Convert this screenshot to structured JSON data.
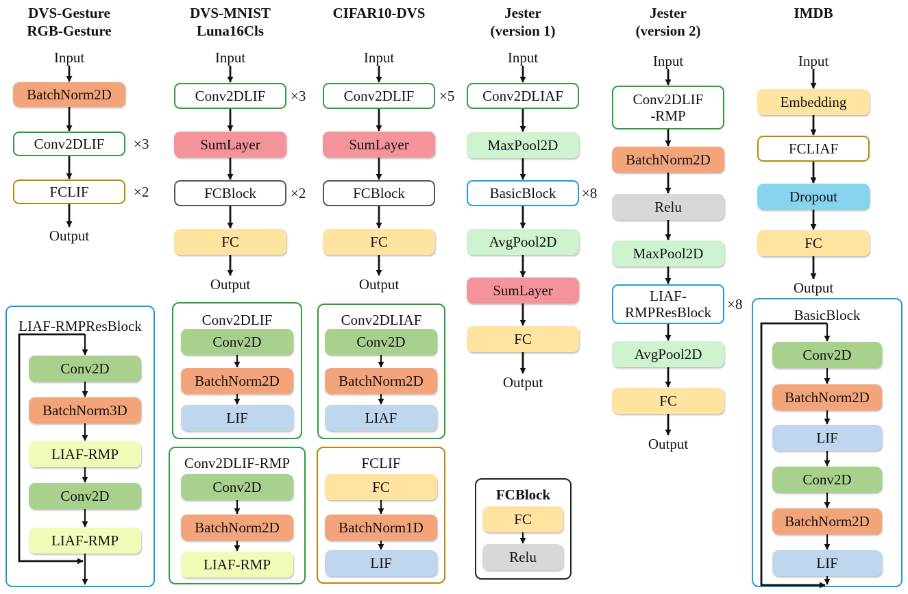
{
  "columns": [
    {
      "id": "c1",
      "title": "DVS-Gesture\nRGB-Gesture",
      "input": "Input",
      "output": "Output",
      "nodes": [
        {
          "label": "BatchNorm2D",
          "color": "salmon"
        },
        {
          "label": "Conv2DLIF",
          "color": "green-outline",
          "repeat": "×3"
        },
        {
          "label": "FCLIF",
          "color": "gold-outline",
          "repeat": "×2"
        }
      ]
    },
    {
      "id": "c2",
      "title": "DVS-MNIST\nLuna16Cls",
      "input": "Input",
      "output": "Output",
      "nodes": [
        {
          "label": "Conv2DLIF",
          "color": "green-outline",
          "repeat": "×3"
        },
        {
          "label": "SumLayer",
          "color": "red"
        },
        {
          "label": "FCBlock",
          "color": "gray-outline",
          "repeat": "×2"
        },
        {
          "label": "FC",
          "color": "yellow"
        }
      ]
    },
    {
      "id": "c3",
      "title": "CIFAR10-DVS",
      "input": "Input",
      "output": "Output",
      "nodes": [
        {
          "label": "Conv2DLIF",
          "color": "green-outline",
          "repeat": "×5"
        },
        {
          "label": "SumLayer",
          "color": "red"
        },
        {
          "label": "FCBlock",
          "color": "gray-outline"
        },
        {
          "label": "FC",
          "color": "yellow"
        }
      ]
    },
    {
      "id": "c4",
      "title": "Jester\n(version 1)",
      "input": "Input",
      "output": "Output",
      "nodes": [
        {
          "label": "Conv2DLIAF",
          "color": "green-outline"
        },
        {
          "label": "MaxPool2D",
          "color": "lightgreen"
        },
        {
          "label": "BasicBlock",
          "color": "blue-outline",
          "repeat": "×8"
        },
        {
          "label": "AvgPool2D",
          "color": "lightgreen"
        },
        {
          "label": "SumLayer",
          "color": "red"
        },
        {
          "label": "FC",
          "color": "yellow"
        }
      ]
    },
    {
      "id": "c5",
      "title": "Jester\n(version 2)",
      "input": "Input",
      "output": "Output",
      "nodes": [
        {
          "label": "Conv2DLIF\n-RMP",
          "color": "green-outline"
        },
        {
          "label": "BatchNorm2D",
          "color": "salmon"
        },
        {
          "label": "Relu",
          "color": "gray"
        },
        {
          "label": "MaxPool2D",
          "color": "lightgreen"
        },
        {
          "label": "LIAF-\nRMPResBlock",
          "color": "blue-outline",
          "repeat": "×8"
        },
        {
          "label": "AvgPool2D",
          "color": "lightgreen"
        },
        {
          "label": "FC",
          "color": "yellow"
        }
      ]
    },
    {
      "id": "c6",
      "title": "IMDB",
      "input": "Input",
      "output": "Output",
      "nodes": [
        {
          "label": "Embedding",
          "color": "yellow"
        },
        {
          "label": "FCLIAF",
          "color": "gold-outline"
        },
        {
          "label": "Dropout",
          "color": "cyan"
        },
        {
          "label": "FC",
          "color": "yellow"
        }
      ]
    }
  ],
  "panels": [
    {
      "id": "p1",
      "title": "LIAF-RMPResBlock",
      "border": "blue",
      "nodes": [
        {
          "label": "Conv2D",
          "color": "green"
        },
        {
          "label": "BatchNorm3D",
          "color": "salmon"
        },
        {
          "label": "LIAF-RMP",
          "color": "lime"
        },
        {
          "label": "Conv2D",
          "color": "green"
        },
        {
          "label": "LIAF-RMP",
          "color": "lime"
        }
      ]
    },
    {
      "id": "p2",
      "title": "Conv2DLIF",
      "border": "green",
      "nodes": [
        {
          "label": "Conv2D",
          "color": "green"
        },
        {
          "label": "BatchNorm2D",
          "color": "salmon"
        },
        {
          "label": "LIF",
          "color": "lightblue"
        }
      ]
    },
    {
      "id": "p3",
      "title": "Conv2DLIF-RMP",
      "border": "green",
      "nodes": [
        {
          "label": "Conv2D",
          "color": "green"
        },
        {
          "label": "BatchNorm2D",
          "color": "salmon"
        },
        {
          "label": "LIAF-RMP",
          "color": "lime"
        }
      ]
    },
    {
      "id": "p4",
      "title": "Conv2DLIAF",
      "border": "green",
      "nodes": [
        {
          "label": "Conv2D",
          "color": "green"
        },
        {
          "label": "BatchNorm2D",
          "color": "salmon"
        },
        {
          "label": "LIAF",
          "color": "lightblue"
        }
      ]
    },
    {
      "id": "p5",
      "title": "FCLIF",
      "border": "gold",
      "nodes": [
        {
          "label": "FC",
          "color": "yellow"
        },
        {
          "label": "BatchNorm1D",
          "color": "salmon"
        },
        {
          "label": "LIF",
          "color": "lightblue"
        }
      ]
    },
    {
      "id": "p6",
      "title": "FCBlock",
      "border": "black",
      "nodes": [
        {
          "label": "FC",
          "color": "yellow"
        },
        {
          "label": "Relu",
          "color": "gray"
        }
      ]
    },
    {
      "id": "p7",
      "title": "BasicBlock",
      "border": "blue",
      "nodes": [
        {
          "label": "Conv2D",
          "color": "green"
        },
        {
          "label": "BatchNorm2D",
          "color": "salmon"
        },
        {
          "label": "LIF",
          "color": "lightblue"
        },
        {
          "label": "Conv2D",
          "color": "green"
        },
        {
          "label": "BatchNorm2D",
          "color": "salmon"
        },
        {
          "label": "LIF",
          "color": "lightblue"
        }
      ]
    }
  ],
  "palette": {
    "salmon": "#F4A47A",
    "red": "#F4949A",
    "yellow": "#FFE3A0",
    "green": "#A8D18D",
    "lightgreen": "#CDF3CF",
    "lightblue": "#BFD7EE",
    "cyan": "#86D4EE",
    "gray": "#D8D8D8",
    "lime": "#F2FAB8",
    "green-outline": "#2E9B3F",
    "gold-outline": "#B8860B",
    "gray-outline": "#555555",
    "blue-outline": "#1E9FD8",
    "panel-blue": "#1E9FD8",
    "panel-green": "#2E9B3F",
    "panel-gold": "#B8860B",
    "panel-black": "#222222"
  }
}
